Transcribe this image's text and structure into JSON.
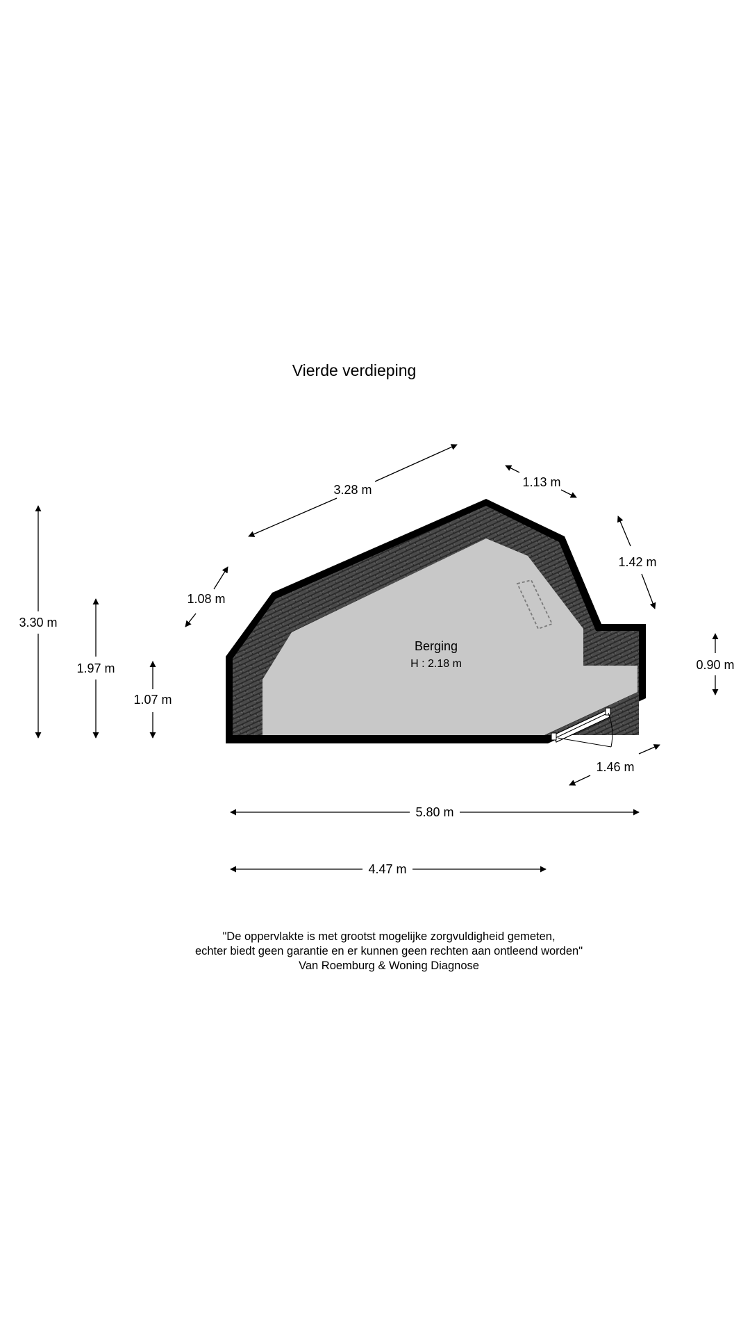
{
  "title": "Vierde verdieping",
  "room": {
    "name": "Berging",
    "height_label": "H : 2.18 m"
  },
  "dimensions": {
    "top_slope": "3.28 m",
    "top_right_short": "1.13 m",
    "right_slope": "1.42 m",
    "right_step": "0.90 m",
    "door_edge": "1.46 m",
    "left_slope": "1.08 m",
    "total_height": "3.30 m",
    "mid_height": "1.97 m",
    "low_height": "1.07 m",
    "total_width": "5.80 m",
    "bottom_width": "4.47 m"
  },
  "disclaimer": {
    "line1": "\"De oppervlakte is met grootst mogelijke zorgvuldigheid gemeten,",
    "line2": "echter biedt geen garantie en er kunnen geen rechten aan ontleend worden\"",
    "line3": "Van Roemburg & Woning Diagnose"
  },
  "colors": {
    "wall": "#000000",
    "floor": "#c8c8c8",
    "roof_tiles": "#4a4a4a",
    "tile_lines": "#2a2a2a"
  }
}
